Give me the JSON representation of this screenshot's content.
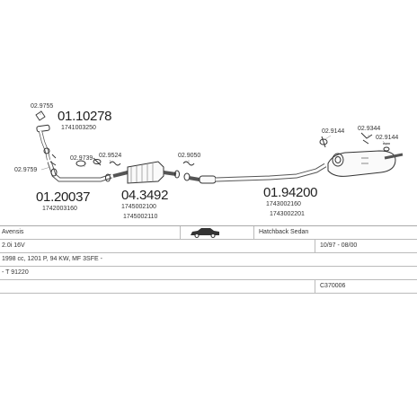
{
  "diagram": {
    "parts": [
      {
        "code": "01.10278",
        "ref": "1741003250"
      },
      {
        "code": "01.20037",
        "ref": "1742003160"
      },
      {
        "code": "04.3492",
        "ref": "1745002100",
        "ref2": "1745002110"
      },
      {
        "code": "01.94200",
        "ref": "1743002160",
        "ref2": "1743002201"
      }
    ],
    "fittings": [
      "02.9755",
      "02.9759",
      "02.9739",
      "02.9524",
      "02.9050",
      "02.9144",
      "02.9344",
      "02.9144"
    ]
  },
  "info": {
    "model": "Avensis",
    "body": "Hatchback Sedan",
    "engine": "2.0i 16V",
    "years": "10/97 - 08/00",
    "specs": "1998 cc, 1201 P, 94 KW, MF 3SFE -",
    "notes": "- T 91220",
    "catalog_code": "C370006"
  }
}
